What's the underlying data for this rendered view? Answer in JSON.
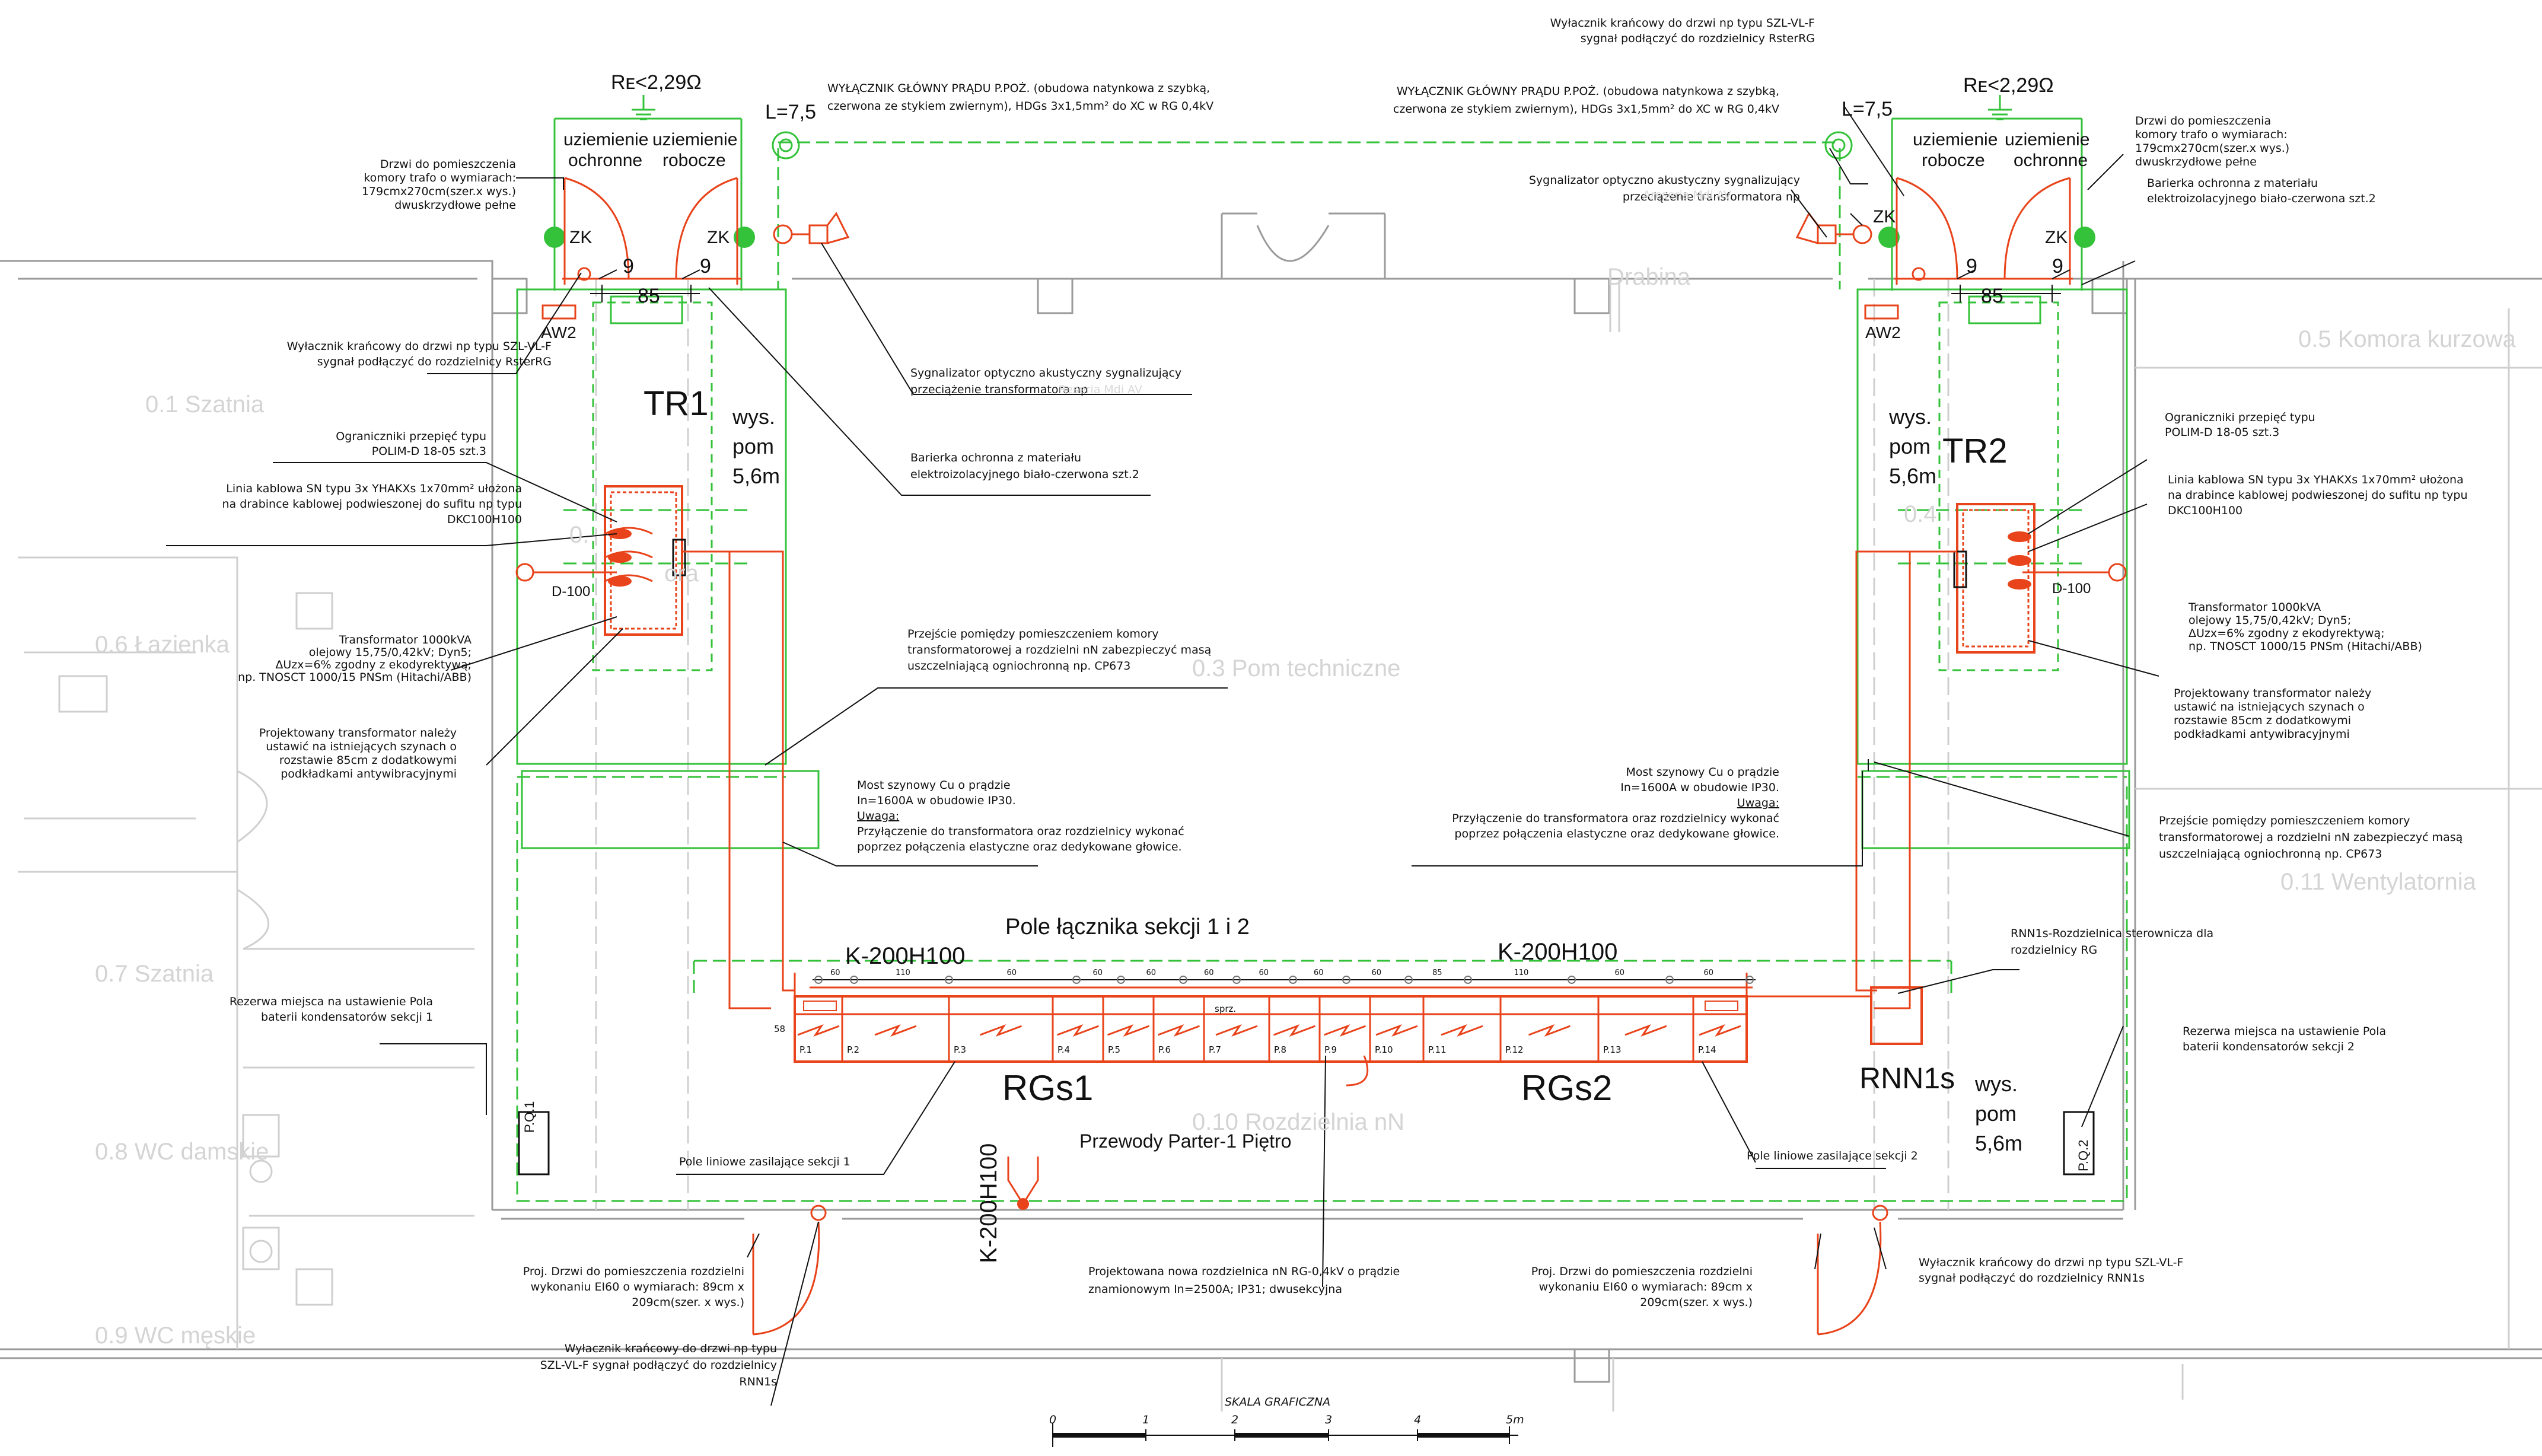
{
  "rooms": {
    "szatnia_1": "0.1 Szatnia",
    "lazienka": "0.6 Łazienka",
    "szatnia_7": "0.7 Szatnia",
    "wc_damskie": "0.8 WC damskie",
    "wc_meskie": "0.9 WC męskie",
    "pom_techniczne": "0.3 Pom techniczne",
    "rozdzielnia": "0.10 Rozdzielnia nN",
    "komora_kurzowa": "0.5 Komora kurzowa",
    "wentylatornia": "0.11 Wentylatornia",
    "drabina": "Drabina",
    "faint_04": "0.4",
    "faint_02": "0.",
    "faint_ora": "ora"
  },
  "labels": {
    "tr1": "TR1",
    "tr2": "TR2",
    "rgs1": "RGs1",
    "rgs2": "RGs2",
    "rnn1s": "RNN1s",
    "kanal_left": "K-200H100",
    "kanal_right": "K-200H100",
    "kanal_vertical": "K-200H100",
    "pole_lacznika": "Pole łącznika sekcji 1 i 2",
    "przewody": "Przewody Parter-1 Piętro",
    "d100_left": "D-100",
    "d100_right": "D-100",
    "aw2_left": "AW2",
    "aw2_right": "AW2",
    "zk_1": "ZK",
    "zk_2": "ZK",
    "zk_3": "ZK",
    "zk_4": "ZK",
    "l75_left": "L=7,5",
    "l75_right": "L=7,5",
    "re_left": "Rᴇ<2,29Ω",
    "re_right": "Rᴇ<2,29Ω",
    "uziem_l1": "uziemienie",
    "ochronne_l": "ochronne",
    "uziem_l2": "uziemienie",
    "robocze_l": "robocze",
    "uziem_r1": "uziemienie",
    "robocze_r": "robocze",
    "uziem_r2": "uziemienie",
    "ochronne_r": "ochronne",
    "dim_85_left": "85",
    "dim_85_right": "85",
    "dim_9": "9",
    "wys_left_1": "wys.",
    "wys_left_2": "pom",
    "wys_left_3": "5,6m",
    "wys_right_1": "wys.",
    "wys_right_2": "pom",
    "wys_right_3": "5,6m",
    "wys_bottom_1": "wys.",
    "wys_bottom_2": "pom",
    "wys_bottom_3": "5,6m",
    "po1": "P.Q.1",
    "po2": "P.Q.2",
    "sprz": "sprz.",
    "s8": "58"
  },
  "panels": [
    "P.1",
    "P.2",
    "P.3",
    "P.4",
    "P.5",
    "P.6",
    "P.7",
    "P.8",
    "P.9",
    "P.10",
    "P.11",
    "P.12",
    "P.13",
    "P.14"
  ],
  "busbar_dims": [
    "60",
    "110",
    "60",
    "60",
    "60",
    "60",
    "60",
    "60",
    "60",
    "85",
    "110",
    "60",
    "60"
  ],
  "annotations": {
    "drzwi_trafo_left": [
      "Drzwi do pomieszczenia",
      "komory trafo o wymiarach:",
      "179cmx270cm(szer.x wys.)",
      "dwuskrzydłowe pełne"
    ],
    "wylacznik_glowny_left": [
      "WYŁĄCZNIK GŁÓWNY PRĄDU P.POŻ. (obudowa natynkowa z szybką,",
      "czerwona ze stykiem zwiernym), HDGs 3x1,5mm² do XC w RG 0,4kV"
    ],
    "wylacznik_krancowy_left": [
      "Wyłacznik krańcowy do drzwi np typu SZL-VL-F",
      "sygnał podłączyć do rozdzielnicy RsterRG"
    ],
    "sygnalizator_left": [
      "Sygnalizator optyczno akustyczny sygnalizujący",
      "przeciążenie transformatora np"
    ],
    "sygnalizator_left_faint": "Reseria Mdi AV",
    "ograniczniki_left": [
      "Ograniczniki przepięć typu",
      "POLIM-D 18-05 szt.3"
    ],
    "linia_kablowa_left": [
      "Linia kablowa SN typu 3x YHAKXs 1x70mm² ułożona",
      "na drabince kablowej podwieszonej do sufitu np typu",
      "DKC100H100"
    ],
    "bariera_left": [
      "Barierka ochronna z materiału",
      "elektroizolacyjnego biało-czerwona szt.2"
    ],
    "transformator_left": [
      "Transformator 1000kVA",
      "olejowy 15,75/0,42kV; Dyn5;",
      "ΔUzx=6% zgodny z ekodyrektywą;",
      "np. TNOSCT 1000/15 PNSm (Hitachi/ABB)"
    ],
    "projektowany_left": [
      "Projektowany transformator należy",
      "ustawić na istniejących szynach o",
      "rozstawie 85cm z dodatkowymi",
      "podkładkami antywibracyjnymi"
    ],
    "przejscie_left": [
      "Przejście pomiędzy pomieszczeniem komory",
      "transformatorowej a rozdzielni nN zabezpieczyć masą",
      "uszczelniającą ogniochronną np. CP673"
    ],
    "most_left": [
      "Most szynowy Cu o prądzie",
      "In=1600A w obudowie IP30.",
      "Uwaga:",
      "Przyłączenie do transformatora oraz rozdzielnicy wykonać",
      "poprzez połączenia elastyczne oraz dedykowane głowice."
    ],
    "rezerwa_left": [
      "Rezerwa miejsca na ustawienie Pola",
      "baterii kondensatorów sekcji 1"
    ],
    "pole_liniowe_1": "Pole liniowe zasilające sekcji 1",
    "pole_liniowe_2": "Pole liniowe zasilające sekcji 2",
    "proj_drzwi_left": [
      "Proj. Drzwi do pomieszczenia rozdzielni",
      "wykonaniu EI60 o wymiarach: 89cm x",
      "209cm(szer. x wys.)"
    ],
    "wylacznik_bottom_left": [
      "Wyłacznik krańcowy do drzwi np typu",
      "SZL-VL-F sygnał podłączyć do rozdzielnicy",
      "RNN1s"
    ],
    "projektowana_rg": [
      "Projektowana nowa rozdzielnica nN RG-0,4kV o prądzie",
      "znamionowym In=2500A; IP31; dwusekcyjna"
    ],
    "wylacznik_krancowy_top_right": [
      "Wyłacznik krańcowy do drzwi np typu SZL-VL-F",
      "sygnał podłączyć do rozdzielnicy RsterRG"
    ],
    "wylacznik_glowny_right": [
      "WYŁĄCZNIK GŁÓWNY PRĄDU P.POŻ. (obudowa natynkowa z szybką,",
      "czerwona ze stykiem zwiernym), HDGs 3x1,5mm² do XC w RG 0,4kV"
    ],
    "sygnalizator_right": [
      "Sygnalizator optyczno akustyczny sygnalizujący",
      "przeciążenie transformatora np"
    ],
    "sygnalizator_right_faint": "Areseria Mdi AV",
    "drzwi_trafo_right": [
      "Drzwi do pomieszczenia",
      "komory trafo o wymiarach:",
      "179cmx270cm(szer.x wys.)",
      "dwuskrzydłowe pełne"
    ],
    "bariera_right": [
      "Barierka ochronna z materiału",
      "elektroizolacyjnego biało-czerwona szt.2"
    ],
    "ograniczniki_right": [
      "Ograniczniki przepięć typu",
      "POLIM-D 18-05 szt.3"
    ],
    "linia_kablowa_right": [
      "Linia kablowa SN typu 3x YHAKXs 1x70mm² ułożona",
      "na drabince kablowej podwieszonej do sufitu np typu",
      "DKC100H100"
    ],
    "transformator_right": [
      "Transformator 1000kVA",
      "olejowy 15,75/0,42kV; Dyn5;",
      "ΔUzx=6% zgodny z ekodyrektywą;",
      "np. TNOSCT 1000/15 PNSm (Hitachi/ABB)"
    ],
    "projektowany_right": [
      "Projektowany transformator należy",
      "ustawić na istniejących szynach o",
      "rozstawie 85cm z dodatkowymi",
      "podkładkami antywibracyjnymi"
    ],
    "most_right": [
      "Most szynowy Cu o prądzie",
      "In=1600A w obudowie IP30.",
      "Uwaga:",
      "Przyłączenie do transformatora oraz rozdzielnicy wykonać",
      "poprzez połączenia elastyczne oraz dedykowane głowice."
    ],
    "przejscie_right": [
      "Przejście pomiędzy pomieszczeniem komory",
      "transformatorowej a rozdzielni nN zabezpieczyć masą",
      "uszczelniającą ogniochronną np. CP673"
    ],
    "rnn1s_desc": [
      "RNN1s-Rozdzielnica sterownicza dla",
      "rozdzielnicy RG"
    ],
    "rezerwa_right": [
      "Rezerwa miejsca na ustawienie Pola",
      "baterii kondensatorów sekcji 2"
    ],
    "proj_drzwi_right": [
      "Proj. Drzwi do pomieszczenia rozdzielni",
      "wykonaniu EI60 o wymiarach: 89cm x",
      "209cm(szer. x wys.)"
    ],
    "wylacznik_bottom_right": [
      "Wyłacznik krańcowy do drzwi np typu SZL-VL-F",
      "sygnał podłączyć do rozdzielnicy RNN1s"
    ]
  },
  "scale": {
    "title": "SKALA GRAFICZNA",
    "ticks": [
      "0",
      "1",
      "2",
      "3",
      "4",
      "5m"
    ]
  },
  "colors": {
    "architecture": "#9a9a9a",
    "room_label": "#d4d4d4",
    "green_zone": "#34c23a",
    "red_equipment": "#e8431a",
    "text": "#111111"
  }
}
